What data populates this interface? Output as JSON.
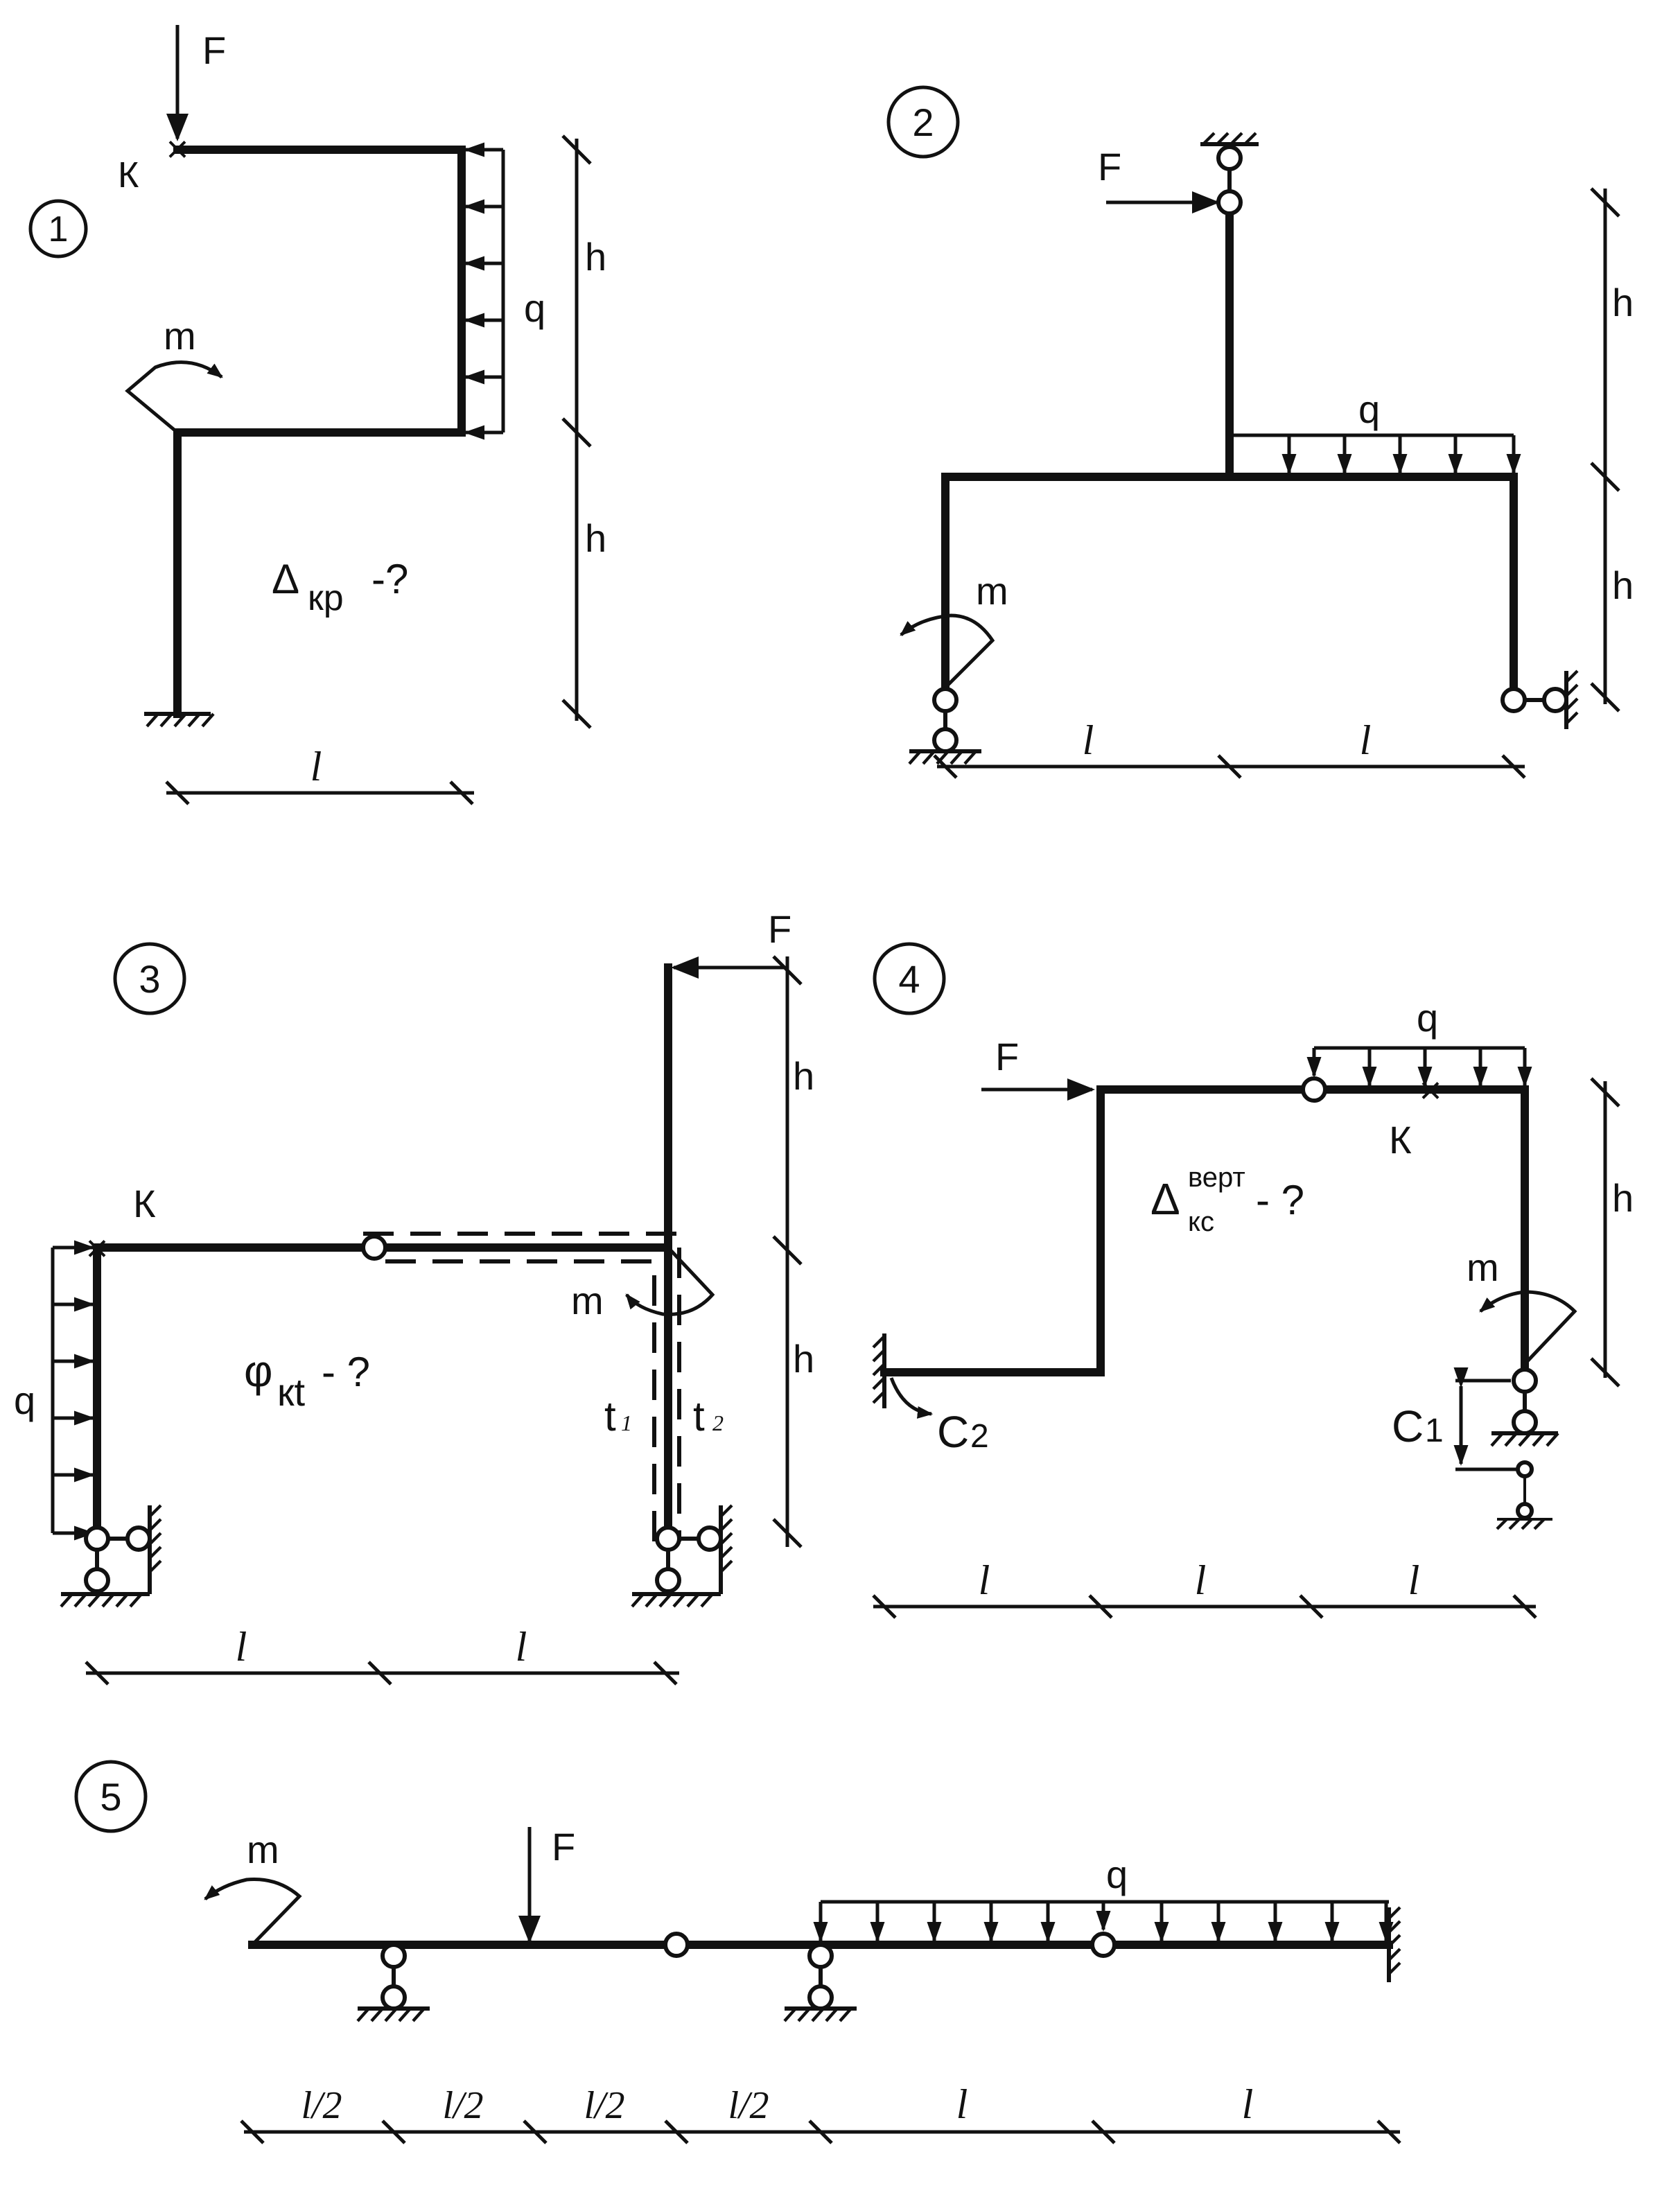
{
  "labels": {
    "F": "F",
    "q": "q",
    "m": "m",
    "h": "h",
    "l": "l",
    "l_half": "l/2",
    "K": "К",
    "C1_letter": "С",
    "C1_sub": "1",
    "C2_letter": "С",
    "C2_sub": "2",
    "t1_letter": "t",
    "t1_sub": "1",
    "t2_letter": "t",
    "t2_sub": "2"
  },
  "schemes": [
    {
      "number": "1",
      "question_symbol": "Δ",
      "question_sub": "кр",
      "question_suffix": " -?"
    },
    {
      "number": "2"
    },
    {
      "number": "3",
      "question_symbol": "φ",
      "question_sub": "кt",
      "question_suffix": "- ?"
    },
    {
      "number": "4",
      "question_symbol": "Δ",
      "question_sup": "верт",
      "question_sub": "кс",
      "question_suffix": " - ?"
    },
    {
      "number": "5"
    }
  ]
}
